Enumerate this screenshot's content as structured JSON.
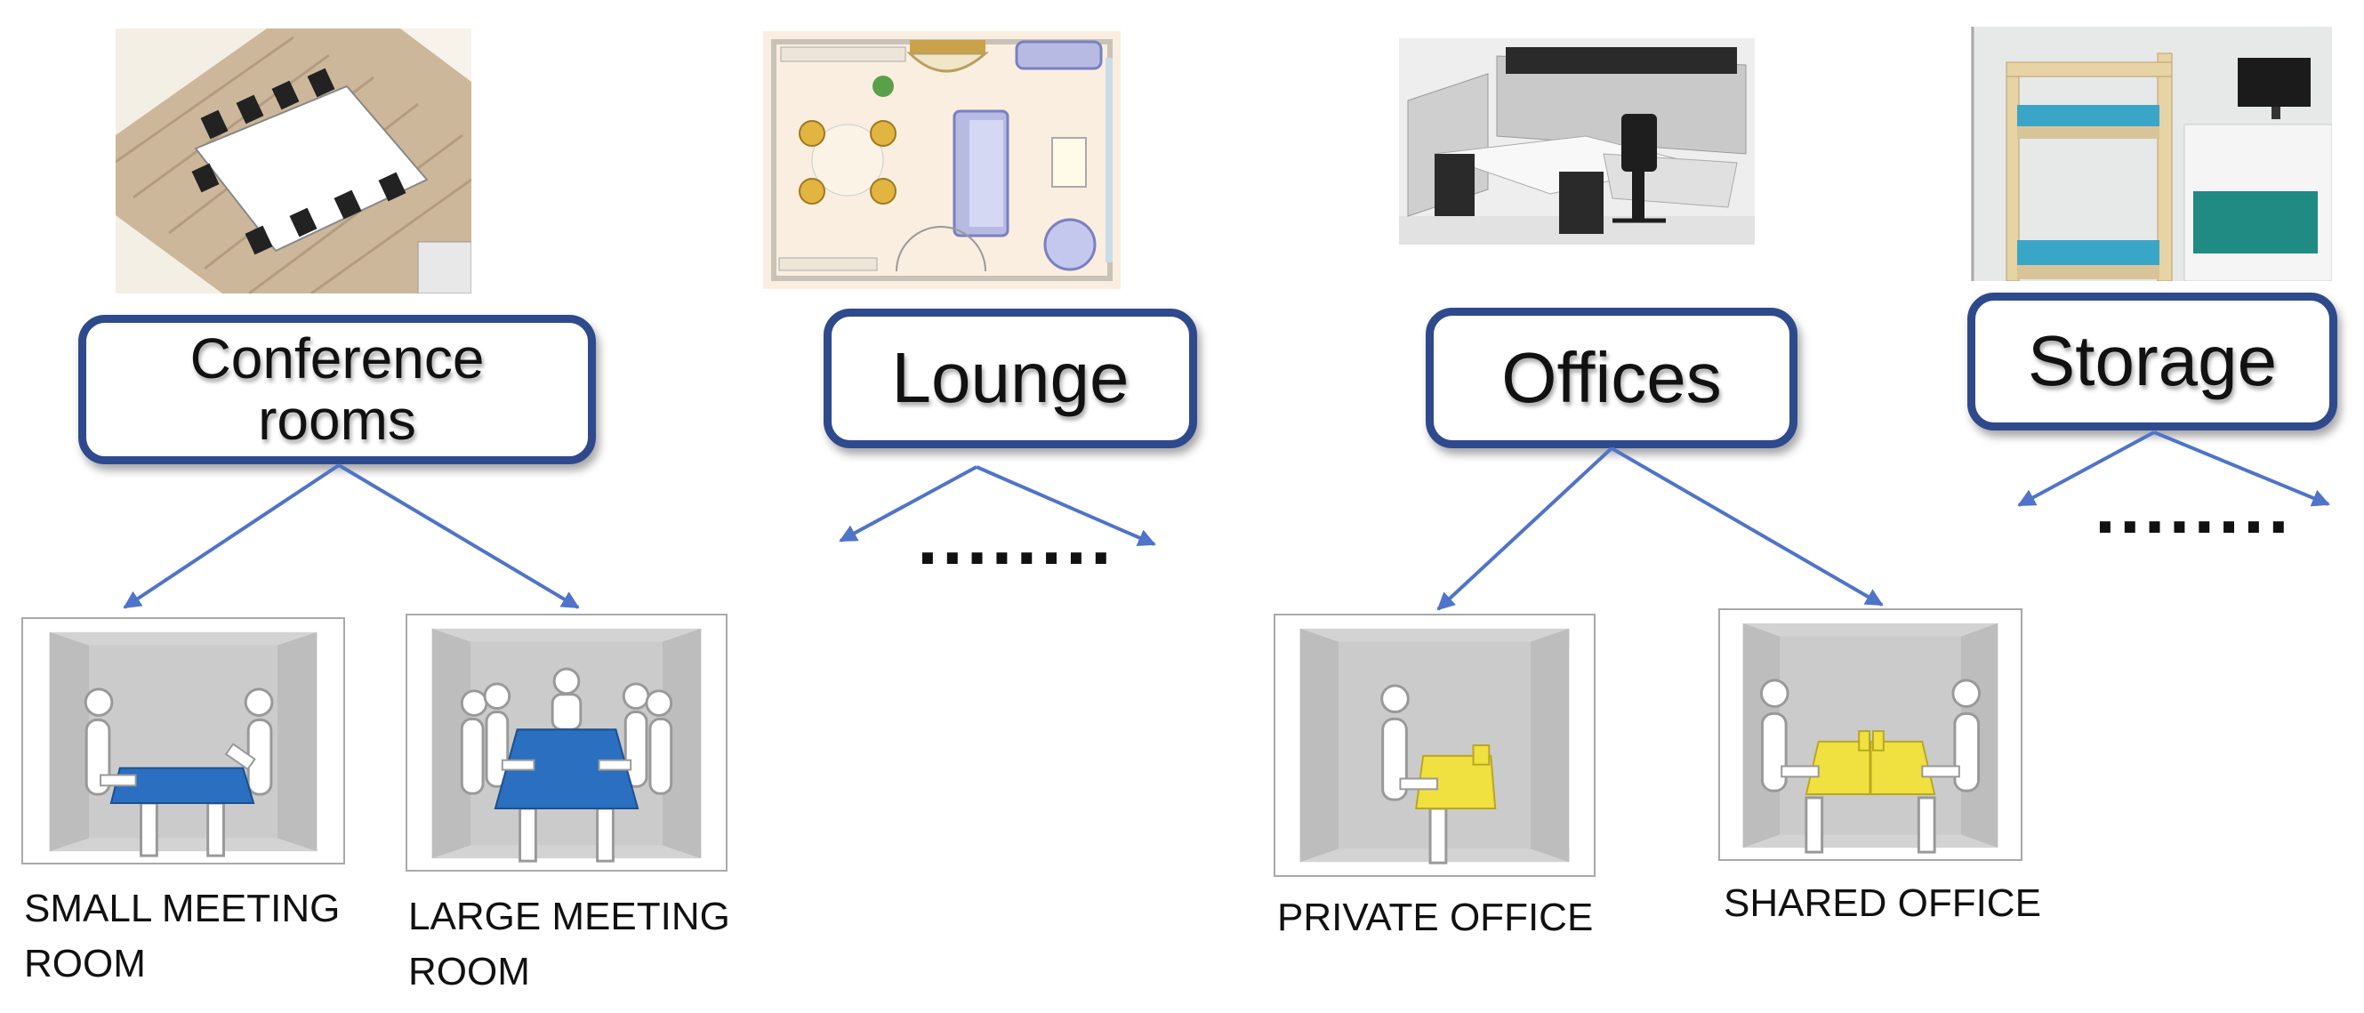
{
  "categories": [
    {
      "id": "conference",
      "label": "Conference\nrooms"
    },
    {
      "id": "lounge",
      "label": "Lounge"
    },
    {
      "id": "offices",
      "label": "Offices"
    },
    {
      "id": "storage",
      "label": "Storage"
    }
  ],
  "ellipsis": [
    "........",
    "........"
  ],
  "subtypes": [
    {
      "id": "small-meeting",
      "caption": "SMALL MEETING\nROOM"
    },
    {
      "id": "large-meeting",
      "caption": "LARGE MEETING\nROOM"
    },
    {
      "id": "private-office",
      "caption": "PRIVATE OFFICE"
    },
    {
      "id": "shared-office",
      "caption": "SHARED OFFICE"
    }
  ],
  "colors": {
    "box_border": "#2e4a8c",
    "arrow": "#4f74c9",
    "meeting_table": "#2a6fc0",
    "office_desk": "#f0e040"
  }
}
